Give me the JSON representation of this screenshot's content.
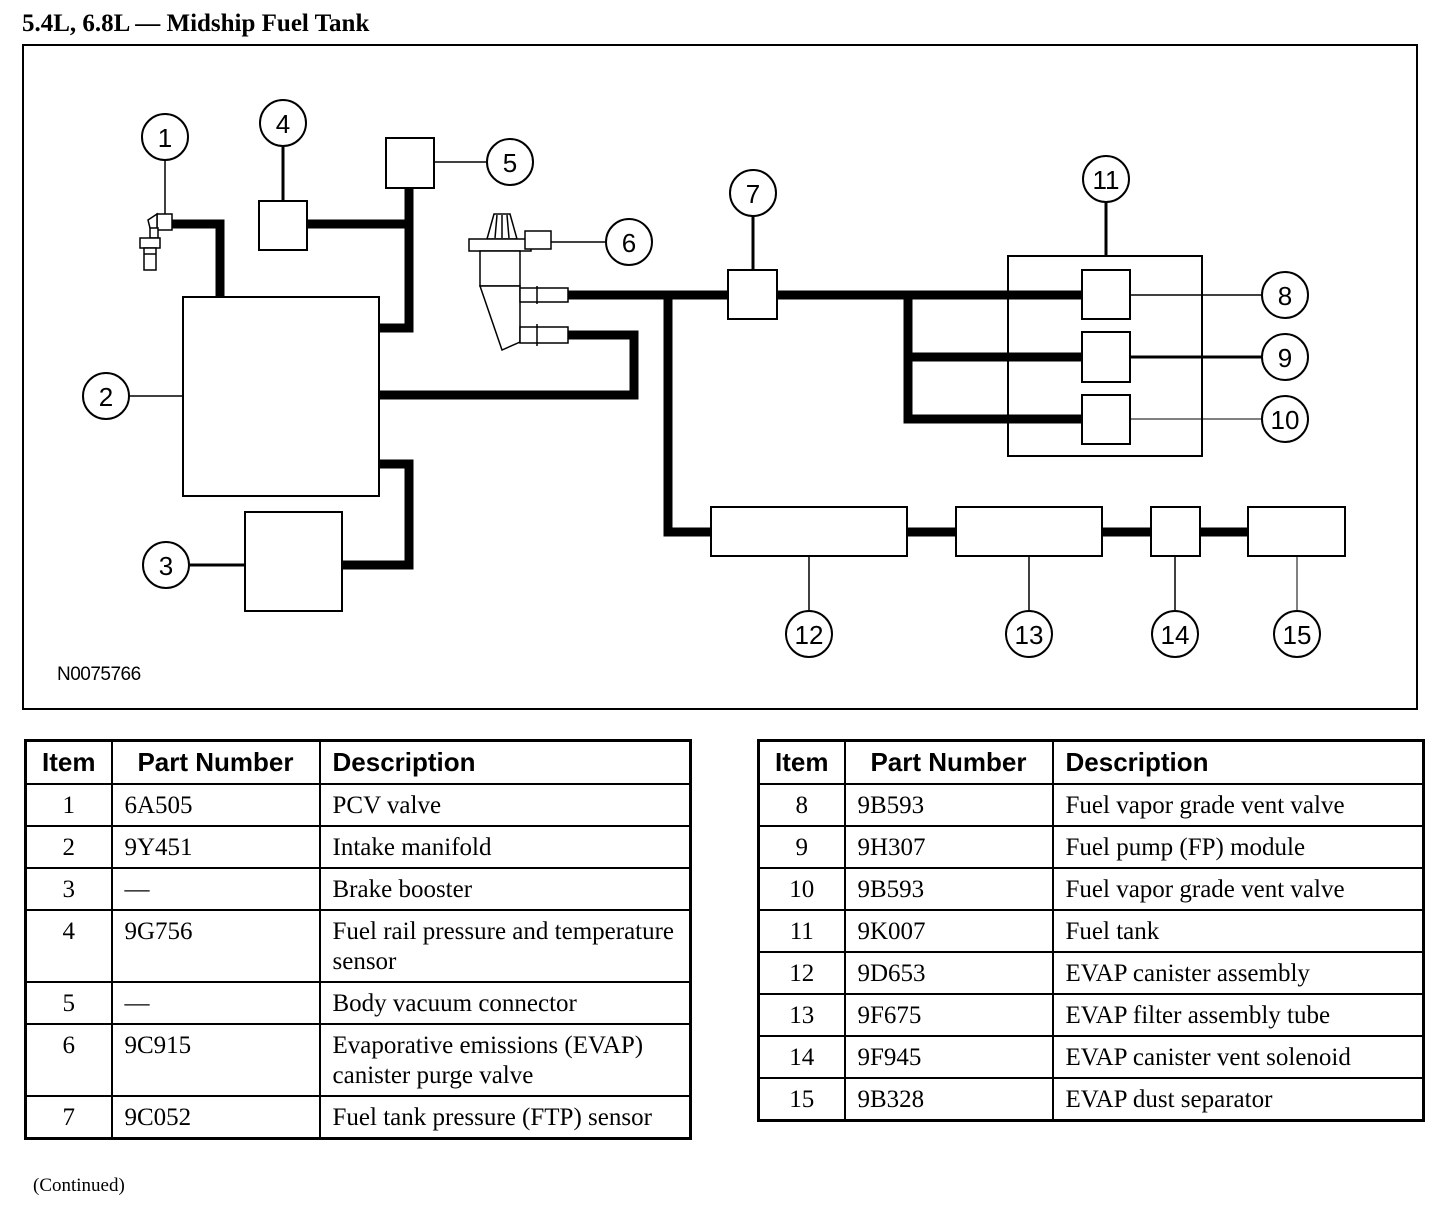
{
  "title": "5.4L, 6.8L — Midship Fuel Tank",
  "figure_id": "N0075766",
  "callouts": [
    "1",
    "2",
    "3",
    "4",
    "5",
    "6",
    "7",
    "8",
    "9",
    "10",
    "11",
    "12",
    "13",
    "14",
    "15"
  ],
  "table_headers": {
    "item": "Item",
    "part_number": "Part Number",
    "description": "Description"
  },
  "parts_left": [
    {
      "item": "1",
      "part_number": "6A505",
      "description": "PCV valve"
    },
    {
      "item": "2",
      "part_number": "9Y451",
      "description": "Intake manifold"
    },
    {
      "item": "3",
      "part_number": "—",
      "description": "Brake booster"
    },
    {
      "item": "4",
      "part_number": "9G756",
      "description": "Fuel rail pressure and temperature sensor"
    },
    {
      "item": "5",
      "part_number": "—",
      "description": "Body vacuum connector"
    },
    {
      "item": "6",
      "part_number": "9C915",
      "description": "Evaporative emissions (EVAP) canister purge valve"
    },
    {
      "item": "7",
      "part_number": "9C052",
      "description": "Fuel tank pressure (FTP) sensor"
    }
  ],
  "parts_right": [
    {
      "item": "8",
      "part_number": "9B593",
      "description": "Fuel vapor grade vent valve"
    },
    {
      "item": "9",
      "part_number": "9H307",
      "description": "Fuel pump (FP) module"
    },
    {
      "item": "10",
      "part_number": "9B593",
      "description": "Fuel vapor grade vent valve"
    },
    {
      "item": "11",
      "part_number": "9K007",
      "description": "Fuel tank"
    },
    {
      "item": "12",
      "part_number": "9D653",
      "description": "EVAP canister assembly"
    },
    {
      "item": "13",
      "part_number": "9F675",
      "description": "EVAP filter assembly tube"
    },
    {
      "item": "14",
      "part_number": "9F945",
      "description": "EVAP canister vent solenoid"
    },
    {
      "item": "15",
      "part_number": "9B328",
      "description": "EVAP dust separator"
    }
  ],
  "footer_note": "(Continued)"
}
